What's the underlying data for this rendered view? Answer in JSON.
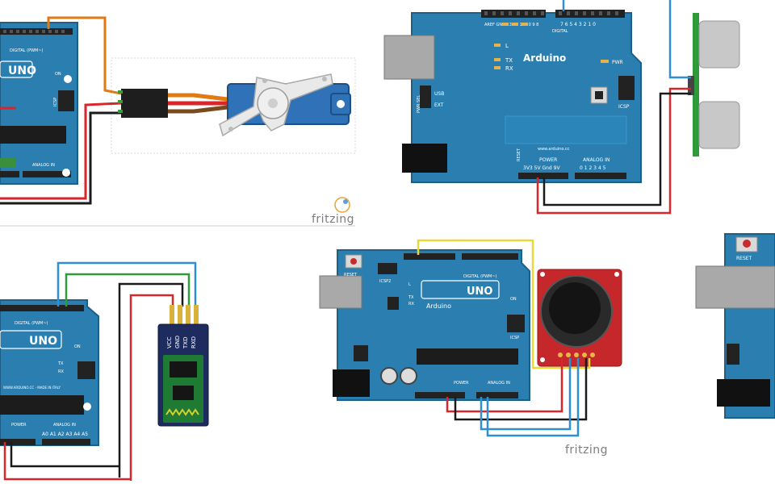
{
  "panels": {
    "servo": {
      "board_model": "UNO",
      "label_digital": "DIGITAL (PWM~)",
      "label_analog": "ANALOG IN",
      "label_on": "ON",
      "label_icsp": "ICSP",
      "watermark": "fritzing"
    },
    "ultrasonic": {
      "board_brand": "Arduino",
      "label_digital": "DIGITAL",
      "label_analog": "ANALOG IN",
      "label_power": "POWER",
      "label_icsp": "ICSP",
      "label_pwr": "PWR",
      "label_usb": "USB",
      "label_ext": "EXT",
      "label_pwr_sel": "PWR SEL",
      "label_reset": "RESET",
      "label_url": "www.arduino.cc",
      "led_l": "L",
      "led_tx": "TX",
      "led_rx": "RX",
      "power_pins": "3V3 5V Gnd 9V",
      "analog_pins": "0 1 2 3 4 5",
      "digital_pins": "7 6 5 4 3 2 1 0",
      "digital_top": "AREF GND 13 12 11 10 9 8"
    },
    "bluetooth": {
      "board_model": "UNO",
      "label_digital": "DIGITAL (PWM~)",
      "label_analog": "ANALOG IN",
      "label_power": "POWER",
      "label_on": "ON",
      "label_tx": "TX",
      "label_rx": "RX",
      "label_url": "WWW.ARDUINO.CC - MADE IN ITALY",
      "module_pins": [
        "VCC",
        "GND",
        "TXD",
        "RXD"
      ],
      "analog_pins": "A0 A1 A2 A3 A4 A5"
    },
    "joystick": {
      "board_brand": "Arduino",
      "board_model": "UNO",
      "label_reset": "RESET",
      "label_icsp2": "ICSP2",
      "label_icsp": "ICSP",
      "label_on": "ON",
      "label_digital": "DIGITAL (PWM~)",
      "label_analog": "ANALOG IN",
      "label_power": "POWER",
      "led_l": "L",
      "led_tx": "TX",
      "led_rx": "RX",
      "watermark": "fritzing"
    },
    "partial": {
      "label_reset": "RESET"
    }
  },
  "colors": {
    "board": "#2a7fb0",
    "board_dark": "#1d5f86",
    "wire_red": "#d8262b",
    "wire_black": "#1a1a1a",
    "wire_orange": "#e07a12",
    "wire_blue": "#2f8fd4",
    "wire_green": "#2e9a3a",
    "wire_yellow": "#e8d83a",
    "joystick_pcb": "#c6272b",
    "bt_pcb": "#1f7a34"
  }
}
